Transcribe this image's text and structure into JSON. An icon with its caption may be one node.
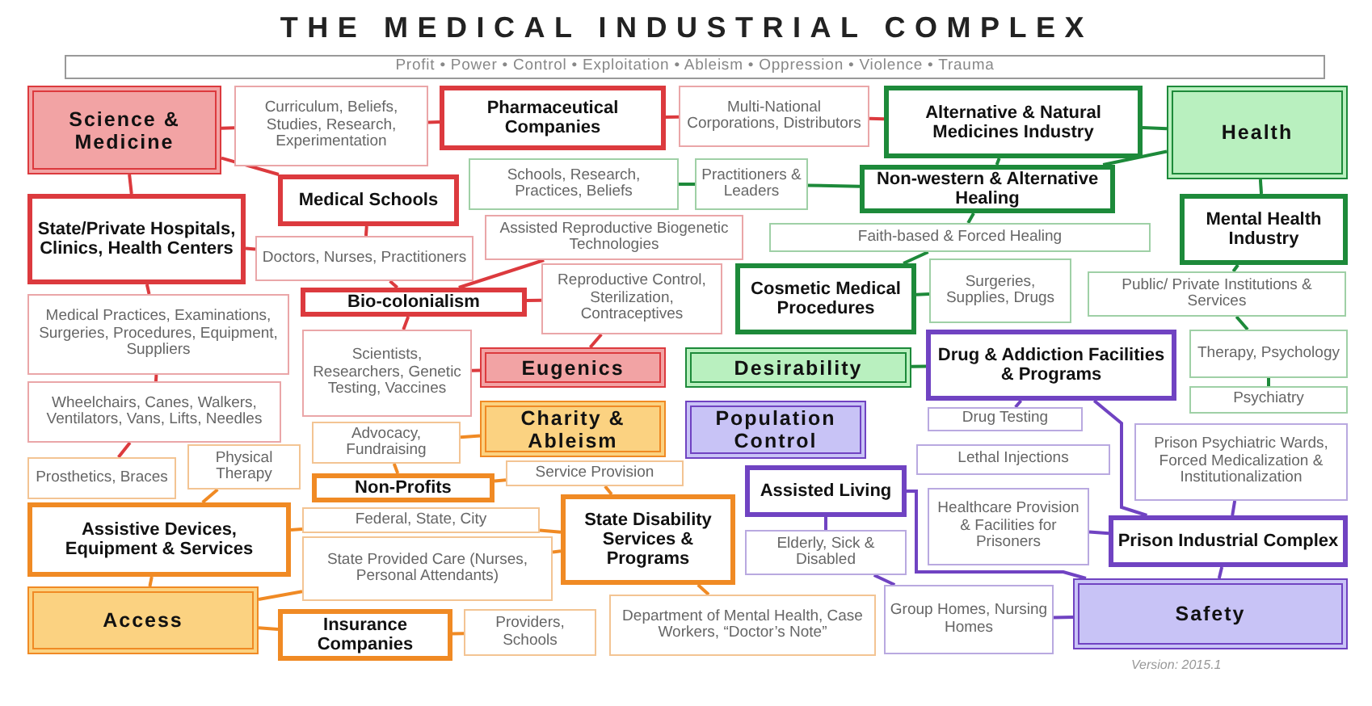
{
  "diagram": {
    "title": "THE MEDICAL INDUSTRIAL COMPLEX",
    "nodes": [
      {
        "text": [
          "Profit • Power • Control • Exploitation • Ableism • Oppression • Violence • Trauma"
        ]
      },
      {
        "text": [
          "Science & Medicine"
        ]
      },
      {
        "text": [
          "Curriculum, Beliefs, Studies, Research, Experimentation"
        ]
      },
      {
        "text": [
          "Pharmaceutical Companies"
        ]
      },
      {
        "text": [
          "Multi-National Corporations, Distributors"
        ]
      },
      {
        "text": [
          "Alternative & Natural Medicines Industry"
        ]
      },
      {
        "text": [
          "Health"
        ]
      },
      {
        "text": [
          "Medical Schools"
        ]
      },
      {
        "text": [
          "Schools, Research, Practices, Beliefs"
        ]
      },
      {
        "text": [
          "Practitioners & Leaders"
        ]
      },
      {
        "text": [
          "Non-western & Alternative Healing"
        ]
      },
      {
        "text": [
          "State/Private Hospitals, Clinics, Health Centers"
        ]
      },
      {
        "text": [
          "Mental Health Industry"
        ]
      },
      {
        "text": [
          "Assisted Reproductive Biogenetic Technologies"
        ]
      },
      {
        "text": [
          "Faith-based & Forced Healing"
        ]
      },
      {
        "text": [
          "Doctors, Nurses, Practitioners"
        ]
      },
      {
        "text": [
          "Bio-colonialism"
        ]
      },
      {
        "text": [
          "Reproductive Control, Sterilization, Contraceptives"
        ]
      },
      {
        "text": [
          "Cosmetic Medical Procedures"
        ]
      },
      {
        "text": [
          "Surgeries, Supplies, Drugs"
        ]
      },
      {
        "text": [
          "Public/ Private Institutions & Services"
        ]
      },
      {
        "text": [
          "Medical Practices, Examinations, Surgeries, Procedures, Equipment, Suppliers"
        ]
      },
      {
        "text": [
          "Scientists, Researchers, Genetic Testing, Vaccines"
        ]
      },
      {
        "text": [
          "Eugenics"
        ]
      },
      {
        "text": [
          "Desirability"
        ]
      },
      {
        "text": [
          "Drug & Addiction Facilities & Programs"
        ]
      },
      {
        "text": [
          "Therapy, Psychology"
        ]
      },
      {
        "text": [
          "Wheelchairs, Canes, Walkers, Ventilators, Vans, Lifts, Needles"
        ]
      },
      {
        "text": [
          "Charity & Ableism"
        ]
      },
      {
        "text": [
          "Population Control"
        ]
      },
      {
        "text": [
          "Drug Testing"
        ]
      },
      {
        "text": [
          "Psychiatry"
        ]
      },
      {
        "text": [
          "Advocacy, Fundraising"
        ]
      },
      {
        "text": [
          "Prosthetics, Braces"
        ]
      },
      {
        "text": [
          "Physical Therapy"
        ]
      },
      {
        "text": [
          "Lethal Injections"
        ]
      },
      {
        "text": [
          "Prison Psychiatric Wards, Forced Medicalization & Institutionalization"
        ]
      },
      {
        "text": [
          "Non-Profits"
        ]
      },
      {
        "text": [
          "Service Provision"
        ]
      },
      {
        "text": [
          "Assisted Living"
        ]
      },
      {
        "text": [
          "Federal, State, City"
        ]
      },
      {
        "text": [
          "Assistive Devices, Equipment & Services"
        ]
      },
      {
        "text": [
          "State Disability Services & Programs"
        ]
      },
      {
        "text": [
          "Healthcare Provision & Facilities for Prisoners"
        ]
      },
      {
        "text": [
          "Elderly, Sick & Disabled"
        ]
      },
      {
        "text": [
          "Prison Industrial Complex"
        ]
      },
      {
        "text": [
          "State Provided Care (Nurses, Personal Attendants)"
        ]
      },
      {
        "text": [
          "Access"
        ]
      },
      {
        "text": [
          "Insurance Companies"
        ]
      },
      {
        "text": [
          "Providers, Schools"
        ]
      },
      {
        "text": [
          "Department of Mental Health, Case Workers, “Doctor’s Note”"
        ]
      },
      {
        "text": [
          "Group Homes, Nursing Homes"
        ]
      },
      {
        "text": [
          "Safety"
        ]
      }
    ],
    "edges": [
      {
        "from": 1,
        "to": 2,
        "arrow": "none",
        "color": "#dc3a3e"
      },
      {
        "from": 2,
        "to": 3,
        "arrow": "none",
        "color": "#dc3a3e"
      },
      {
        "from": 3,
        "to": 4,
        "arrow": "none",
        "color": "#dc3a3e"
      },
      {
        "from": 4,
        "to": 5,
        "arrow": "none",
        "color": "#dc3a3e"
      },
      {
        "from": 5,
        "to": 6,
        "arrow": "none",
        "color": "#1d8a3a"
      },
      {
        "from": 10,
        "to": 6,
        "arrow": "none",
        "color": "#1d8a3a"
      },
      {
        "from": 1,
        "to": 7,
        "arrow": "none",
        "color": "#dc3a3e"
      },
      {
        "from": 1,
        "to": 11,
        "arrow": "none",
        "color": "#dc3a3e"
      },
      {
        "from": 8,
        "to": 9,
        "arrow": "none",
        "color": "#1d8a3a"
      },
      {
        "from": 9,
        "to": 10,
        "arrow": "none",
        "color": "#1d8a3a"
      },
      {
        "from": 5,
        "to": 10,
        "arrow": "none",
        "color": "#1d8a3a"
      },
      {
        "from": 6,
        "to": 12,
        "arrow": "none",
        "color": "#1d8a3a"
      },
      {
        "from": 7,
        "to": 15,
        "arrow": "none",
        "color": "#dc3a3e"
      },
      {
        "from": 11,
        "to": 15,
        "arrow": "none",
        "color": "#dc3a3e"
      },
      {
        "from": 15,
        "to": 16,
        "arrow": "none",
        "color": "#dc3a3e"
      },
      {
        "from": 13,
        "to": 16,
        "arrow": "none",
        "color": "#dc3a3e"
      },
      {
        "from": 16,
        "to": 17,
        "arrow": "none",
        "color": "#dc3a3e"
      },
      {
        "from": 16,
        "to": 22,
        "arrow": "none",
        "color": "#dc3a3e"
      },
      {
        "from": 10,
        "to": 14,
        "arrow": "none",
        "color": "#1d8a3a"
      },
      {
        "from": 14,
        "to": 18,
        "arrow": "none",
        "color": "#1d8a3a"
      },
      {
        "from": 18,
        "to": 19,
        "arrow": "none",
        "color": "#1d8a3a"
      },
      {
        "from": 12,
        "to": 20,
        "arrow": "none",
        "color": "#1d8a3a"
      },
      {
        "from": 20,
        "to": 26,
        "arrow": "none",
        "color": "#1d8a3a"
      },
      {
        "from": 26,
        "to": 31,
        "arrow": "none",
        "color": "#1d8a3a"
      },
      {
        "from": 11,
        "to": 21,
        "arrow": "none",
        "color": "#dc3a3e"
      },
      {
        "from": 21,
        "to": 27,
        "arrow": "none",
        "color": "#dc3a3e"
      },
      {
        "from": 27,
        "to": 33,
        "arrow": "none",
        "color": "#dc3a3e"
      },
      {
        "from": 34,
        "to": 41,
        "arrow": "none",
        "color": "#f08a24"
      },
      {
        "from": 22,
        "to": 23,
        "arrow": "none",
        "color": "#dc3a3e"
      },
      {
        "from": 17,
        "to": 23,
        "arrow": "none",
        "color": "#dc3a3e"
      },
      {
        "from": 24,
        "to": 25,
        "arrow": "none",
        "color": "#1d8a3a"
      },
      {
        "from": 32,
        "to": 28,
        "arrow": "none",
        "color": "#f08a24"
      },
      {
        "from": 32,
        "to": 37,
        "arrow": "none",
        "color": "#f08a24"
      },
      {
        "from": 37,
        "to": 38,
        "arrow": "none",
        "color": "#f08a24"
      },
      {
        "from": 38,
        "to": 42,
        "arrow": "none",
        "color": "#f08a24"
      },
      {
        "from": 41,
        "to": 40,
        "arrow": "none",
        "color": "#f08a24"
      },
      {
        "from": 40,
        "to": 42,
        "arrow": "none",
        "color": "#f08a24"
      },
      {
        "from": 46,
        "to": 42,
        "arrow": "none",
        "color": "#f08a24"
      },
      {
        "from": 47,
        "to": 46,
        "arrow": "none",
        "color": "#f08a24"
      },
      {
        "from": 41,
        "to": 47,
        "arrow": "none",
        "color": "#f08a24"
      },
      {
        "from": 47,
        "to": 48,
        "arrow": "none",
        "color": "#f08a24"
      },
      {
        "from": 48,
        "to": 49,
        "arrow": "none",
        "color": "#f08a24"
      },
      {
        "from": 42,
        "to": 50,
        "arrow": "none",
        "color": "#f08a24"
      },
      {
        "from": 25,
        "to": 30,
        "arrow": "none",
        "color": "#7043c2"
      },
      {
        "from": 25,
        "to": 45,
        "arrow": "none",
        "color": "#7043c2"
      },
      {
        "from": 36,
        "to": 45,
        "arrow": "none",
        "color": "#7043c2"
      },
      {
        "from": 43,
        "to": 45,
        "arrow": "none",
        "color": "#7043c2"
      },
      {
        "from": 45,
        "to": 52,
        "arrow": "none",
        "color": "#7043c2"
      },
      {
        "from": 39,
        "to": 44,
        "arrow": "none",
        "color": "#7043c2"
      },
      {
        "from": 39,
        "to": 52,
        "arrow": "none",
        "color": "#7043c2"
      },
      {
        "from": 44,
        "to": 51,
        "arrow": "none",
        "color": "#7043c2"
      },
      {
        "from": 51,
        "to": 52,
        "arrow": "none",
        "color": "#7043c2"
      }
    ],
    "labels": [
      "Version: 2015.1"
    ]
  }
}
